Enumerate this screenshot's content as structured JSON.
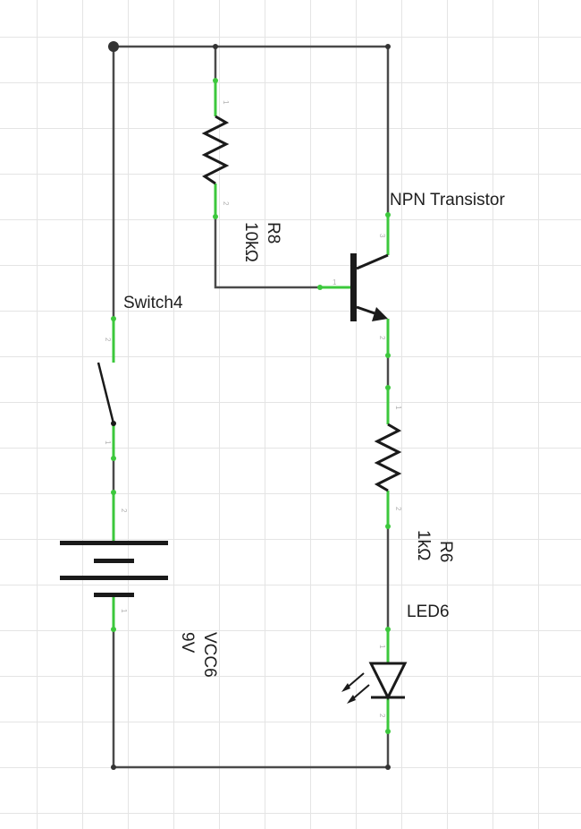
{
  "components": {
    "transistor": {
      "label": "NPN Transistor",
      "pins": [
        "1",
        "3"
      ]
    },
    "resistor_r8": {
      "name": "R8",
      "value": "10kΩ",
      "pins": [
        "1",
        "2"
      ]
    },
    "resistor_r6": {
      "name": "R6",
      "value": "1kΩ",
      "pins": [
        "1",
        "2"
      ]
    },
    "switch": {
      "label": "Switch4",
      "pins": [
        "2",
        "1"
      ]
    },
    "battery": {
      "name": "VCC6",
      "value": "9V",
      "pins": [
        "2",
        "1"
      ]
    },
    "led": {
      "label": "LED6",
      "pins": [
        "1",
        "2"
      ]
    }
  },
  "colors": {
    "wire": "#4a4a4a",
    "lead": "#3cc83c",
    "symbol": "#1a1a1a",
    "grid": "#e4e4e4"
  }
}
